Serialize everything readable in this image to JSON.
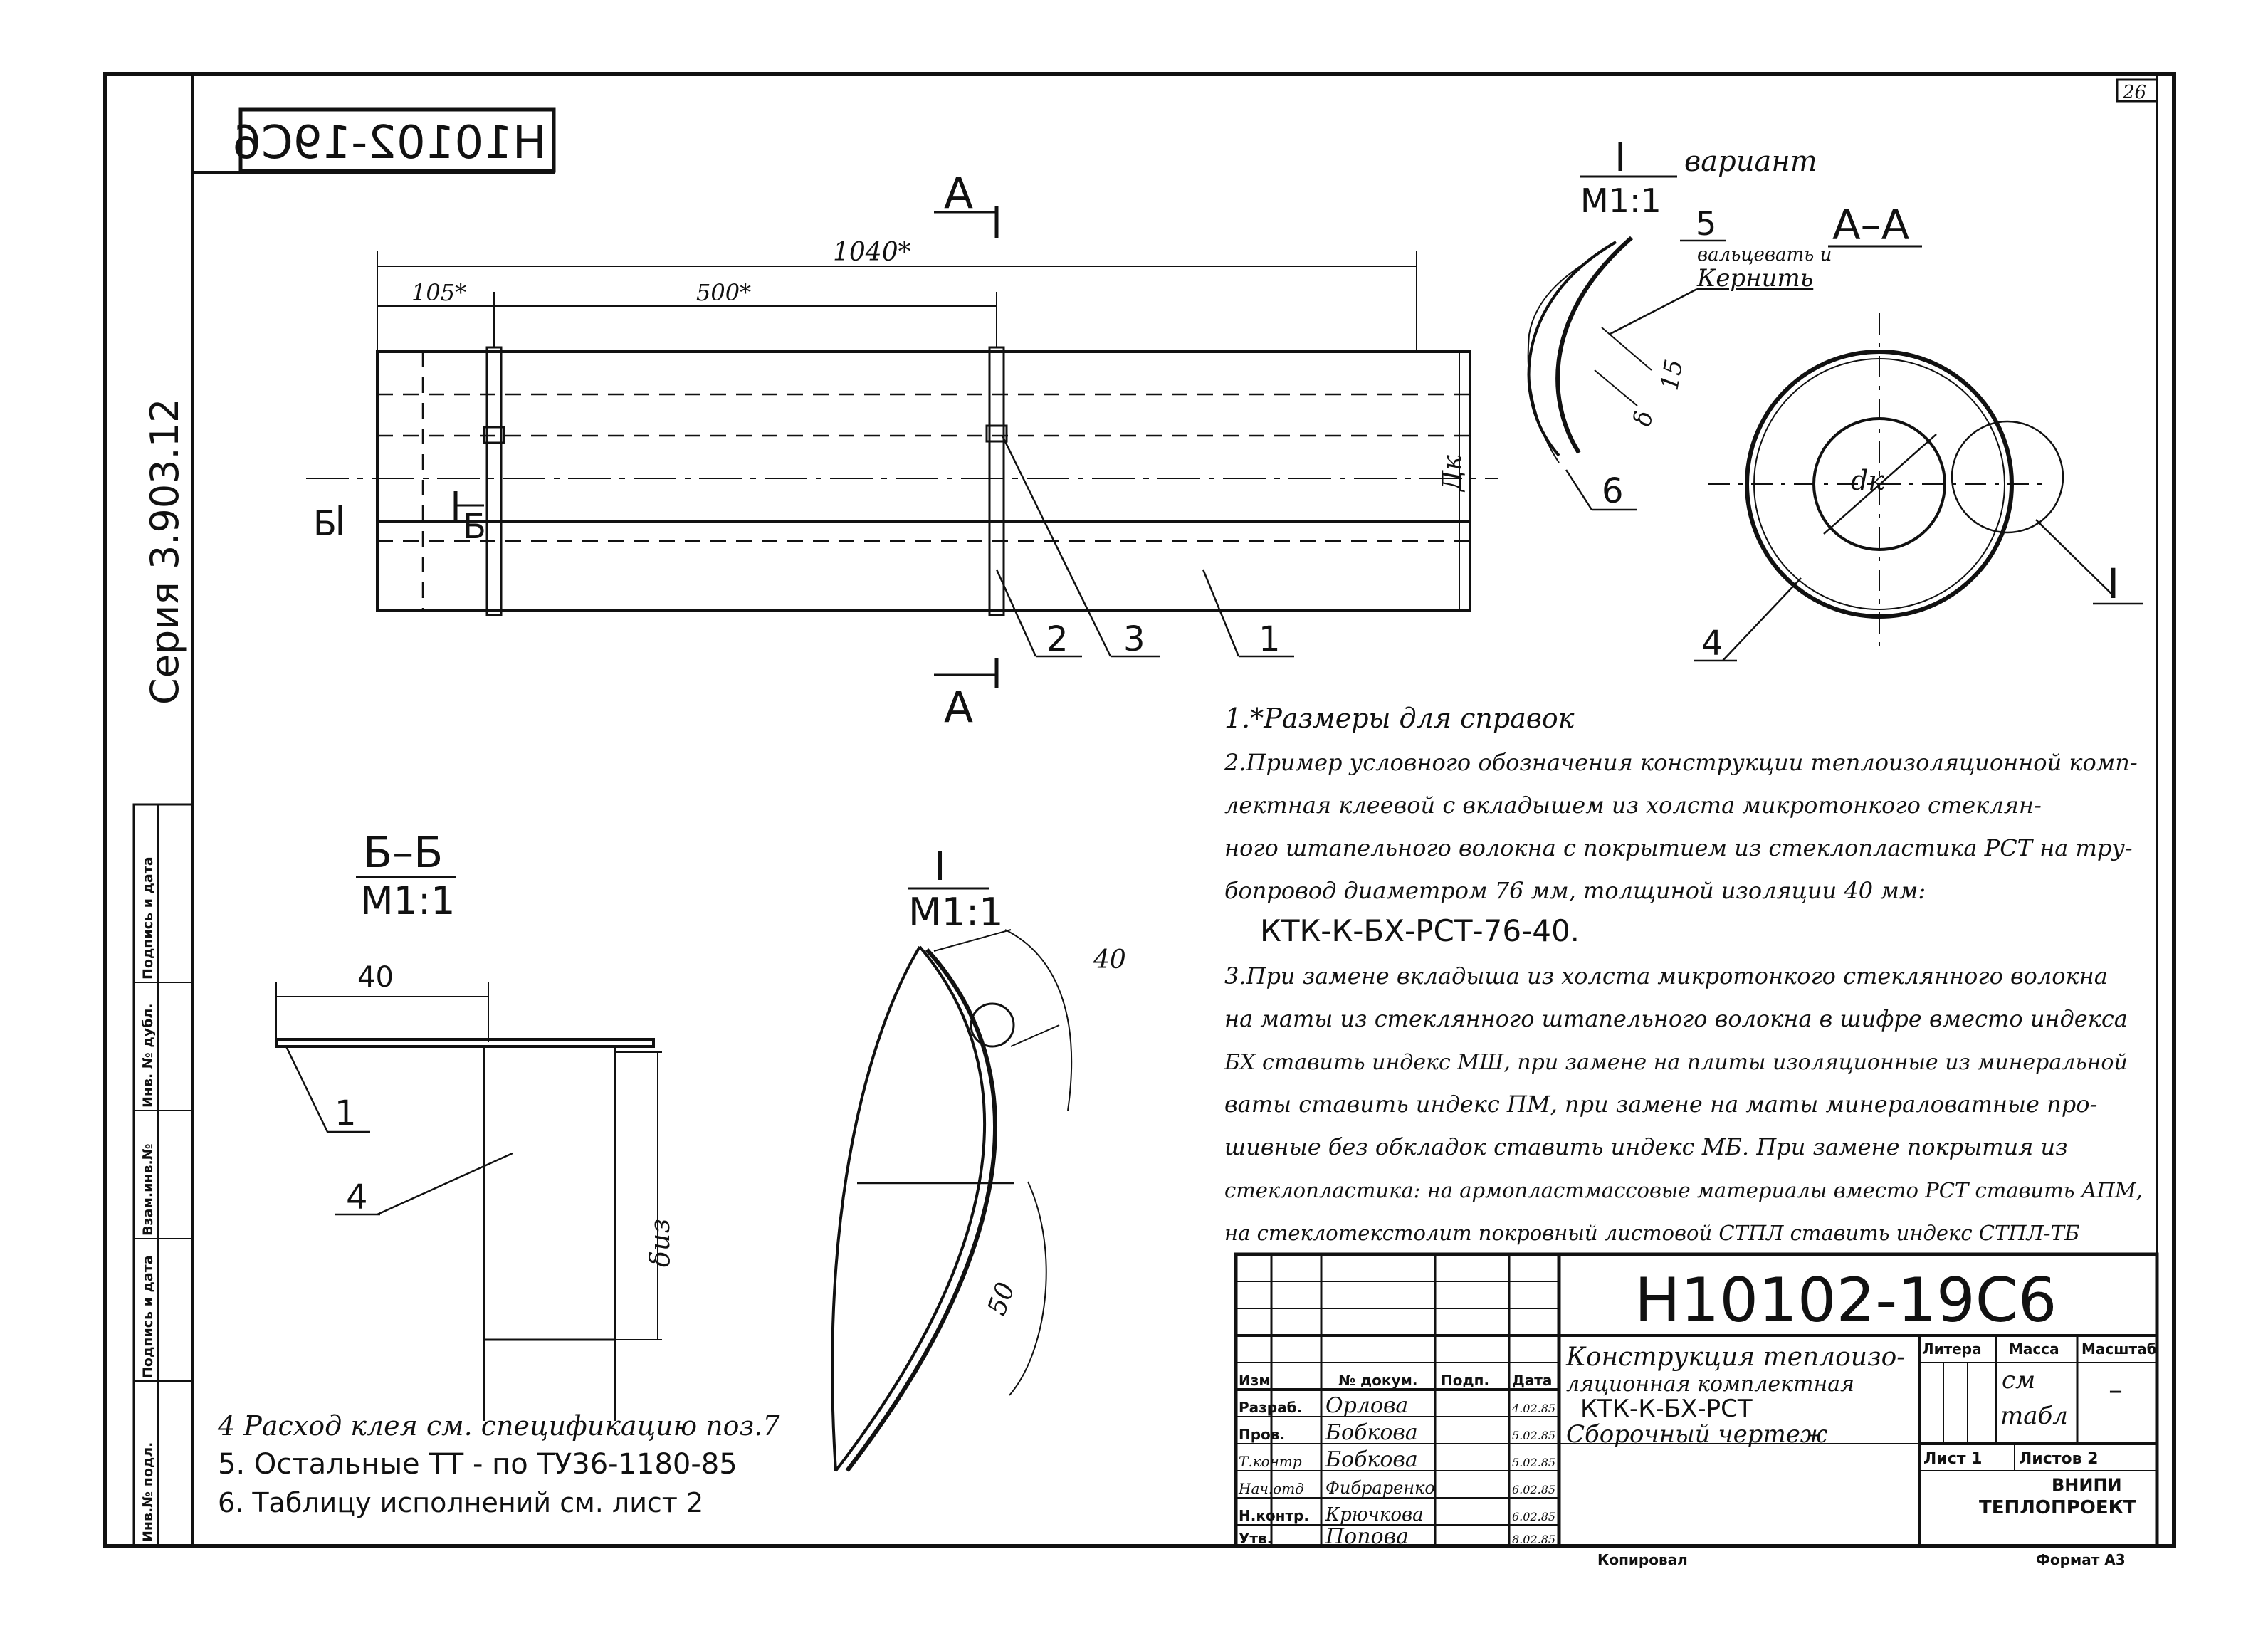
{
  "sheet": {
    "page_number": "26",
    "series": "Серия  3.903.12",
    "mirrored_code": "Н10102-19С6",
    "copied_by": "Копировал",
    "format": "Формат А3"
  },
  "side_stamp": {
    "cells": [
      "Инв.№ подл.",
      "Подпись и дата",
      "Взам.инв.№",
      "Инв. № дубл.",
      "Подпись и дата"
    ]
  },
  "main_view": {
    "section_letter_a": "А",
    "section_letter_b": "Б",
    "dim_overall": "1040*",
    "dim_105": "105*",
    "dim_500": "500*",
    "dim_dk": "Дк",
    "callouts": [
      "2",
      "3",
      "1"
    ]
  },
  "detail_variant": {
    "title_num": "I",
    "scale": "М1:1",
    "variant_label": "вариант",
    "pos_5": "5",
    "roll_note_1": "вальцевать и",
    "roll_note_2": "Кернить",
    "dim_15": "15",
    "dim_delta": "δ",
    "pos_6": "6"
  },
  "section_aa": {
    "title": "А–А",
    "dk": "dк",
    "pos_4": "4",
    "detail_ref": "I"
  },
  "section_bb": {
    "title": "Б–Б",
    "scale": "М1:1",
    "dim_40": "40",
    "dim_biz": "δиз",
    "pos_1": "1",
    "pos_4": "4"
  },
  "detail_i": {
    "title": "I",
    "scale": "М1:1",
    "dim_40": "40",
    "dim_50": "50"
  },
  "notes": {
    "n1": "1.*Размеры для справок",
    "n2_l1": "2.Пример условного обозначения конструкции теплоизоляционной комп-",
    "n2_l2": "лектная клеевой с вкладышем из холста микротонкого стеклян-",
    "n2_l3": "ного штапельного волокна с покрытием из стеклопластика РСТ на тру-",
    "n2_l4": "бопровод   диаметром 76 мм, толщиной изоляции 40 мм:",
    "n2_code": "КТК-К-БХ-РСТ-76-40.",
    "n3_l1": "3.При замене вкладыша из холста микротонкого стеклянного волокна",
    "n3_l2": "на маты из стеклянного штапельного волокна в шифре вместо индекса",
    "n3_l3": "БХ ставить индекс МШ, при замене на плиты изоляционные из минеральной",
    "n3_l4": "ваты ставить индекс ПМ, при замене на маты минераловатные про-",
    "n3_l5": "шивные без обкладок ставить индекс  МБ. При замене покрытия из",
    "n3_l6": "стеклопластика: на армопластмассовые материалы вместо РСТ ставить АПМ,",
    "n3_l7": "на стеклотекстолит покровный листовой СТПЛ ставить индекс СТПЛ-ТБ",
    "n4": "4 Расход клея  см. спецификацию поз.7",
    "n5": "5. Остальные  ТТ  - по ТУ36-1180-85",
    "n6": "6. Таблицу исполнений  см. лист 2"
  },
  "title_block": {
    "code": "Н10102-19С6",
    "name_l1": "Конструкция теплоизо-",
    "name_l2": "ляционная комплектная",
    "name_l3": "КТК-К-БХ-РСТ",
    "name_l4": "Сборочный чертеж",
    "head_izm": "Изм",
    "head_doc": "№ докум.",
    "head_sign": "Подп.",
    "head_date": "Дата",
    "roles": [
      {
        "role": "Разраб.",
        "name": "Орлова",
        "date": "4.02.85"
      },
      {
        "role": "Пров.",
        "name": "Бобкова",
        "date": "5.02.85"
      },
      {
        "role": "Т.контр",
        "name": "Бобкова",
        "date": "5.02.85"
      },
      {
        "role": "Нач.отд",
        "name": "Фибраренко",
        "date": "6.02.85"
      },
      {
        "role": "Н.контр.",
        "name": "Крючкова",
        "date": "6.02.85"
      },
      {
        "role": "Утв.",
        "name": "Попова",
        "date": "8.02.85"
      }
    ],
    "litera": "Литера",
    "massa": "Масса",
    "masshtab": "Масштаб",
    "massa_value_1": "см",
    "massa_value_2": "табл",
    "masshtab_value": "–",
    "list_label": "Лист  1",
    "listov_label": "Листов  2",
    "org_1": "ВНИПИ",
    "org_2": "ТЕПЛОПРОЕКТ"
  }
}
